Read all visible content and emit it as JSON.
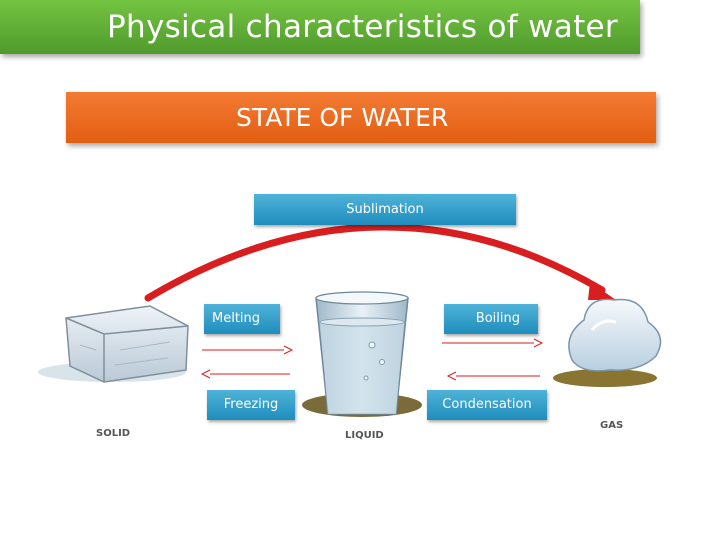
{
  "title": "Physical characteristics of water",
  "heading": "STATE OF WATER",
  "processes": {
    "sublimation": "Sublimation",
    "melting": "Melting",
    "freezing": "Freezing",
    "boiling": "Boiling",
    "condensation": "Condensation"
  },
  "states": {
    "solid": "SOLID",
    "liquid": "LIQUID",
    "gas": "GAS"
  },
  "colors": {
    "title_bar": "#5fae36",
    "heading_box": "#ea6a1f",
    "process_label": "#2b9cca",
    "arrow_red": "#d81e1e"
  }
}
